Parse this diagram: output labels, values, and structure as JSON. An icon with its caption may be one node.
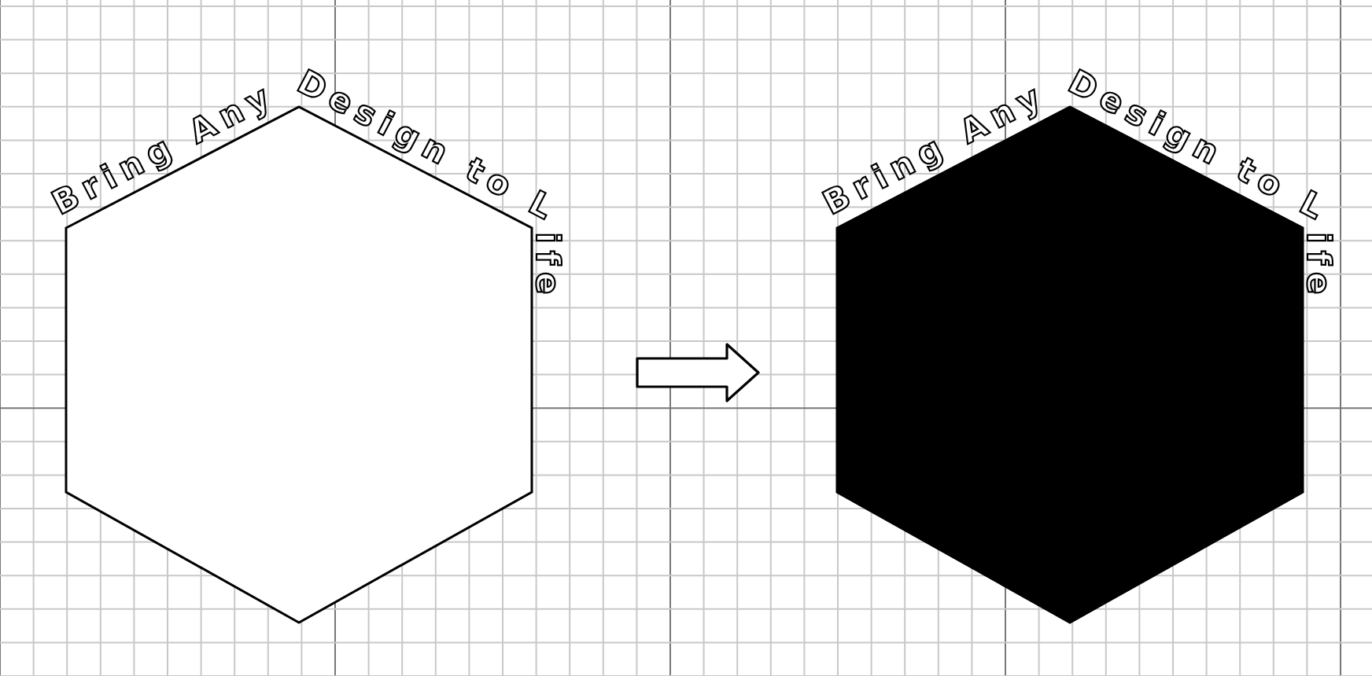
{
  "diagram": {
    "nodes": [
      {
        "text": [
          "Bring Any Design to Life"
        ]
      },
      {
        "text": [
          "Bring Any Design to Life"
        ]
      }
    ],
    "edges": [
      {
        "from": 0,
        "to": 1,
        "arrow": "to"
      }
    ]
  }
}
